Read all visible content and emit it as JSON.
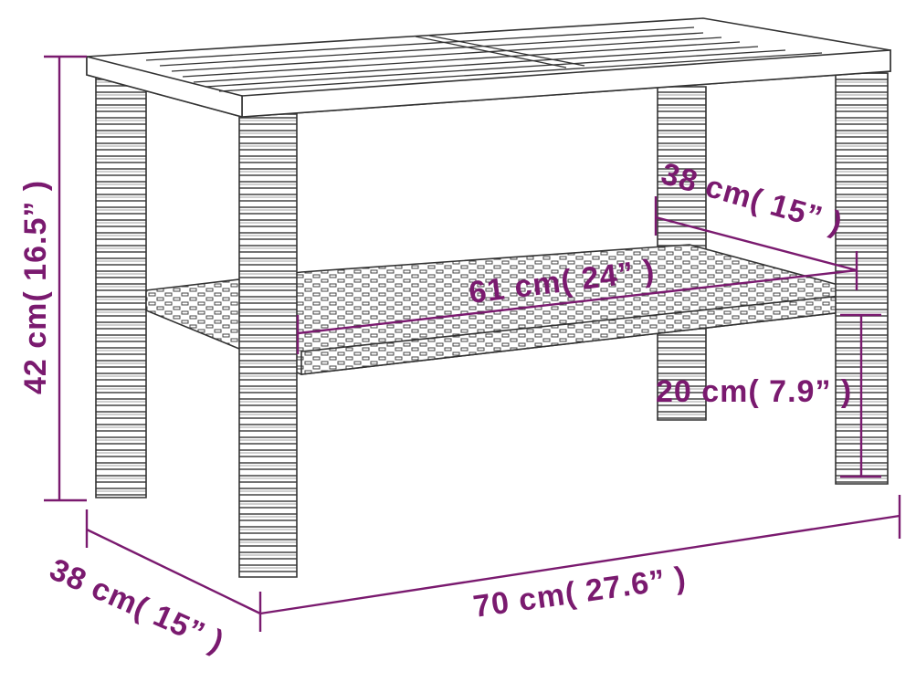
{
  "colors": {
    "dimension": "#7a1a6f",
    "outline": "#333333",
    "background": "#ffffff"
  },
  "dimensions": {
    "height_total": "42 cm( 16.5” )",
    "depth_bottom": "38 cm( 15” )",
    "width_bottom": "70 cm( 27.6” )",
    "depth_shelf": "38 cm( 15” )",
    "width_shelf": "61 cm( 24” )",
    "height_shelf": "20 cm( 7.9” )"
  },
  "diagram": {
    "subject": "rattan-side-table"
  }
}
